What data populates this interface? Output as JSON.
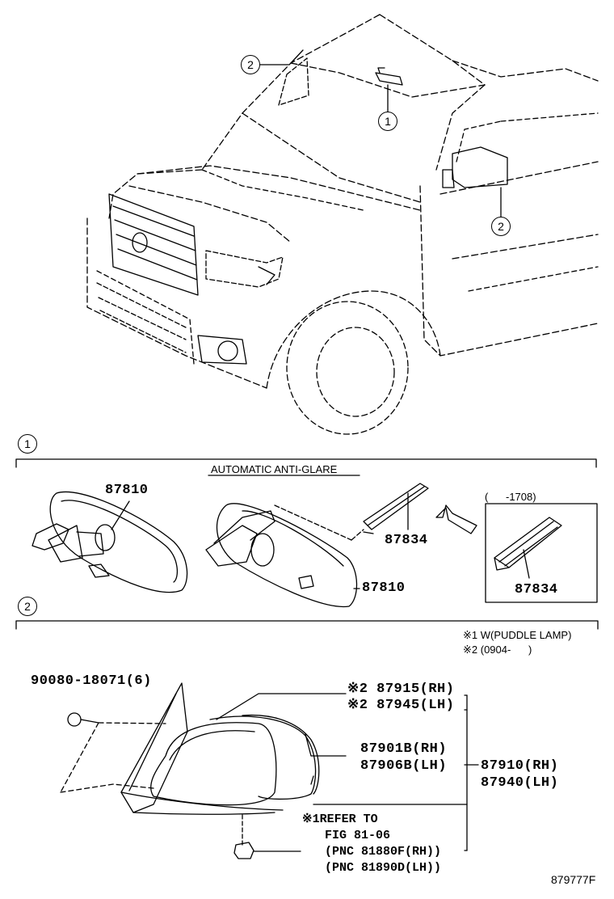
{
  "callouts": {
    "c1_truck": "1",
    "c2_truck_windshield": "2",
    "c2_truck_mirror": "2",
    "section1": "1",
    "section2": "2"
  },
  "section1": {
    "header": "AUTOMATIC ANTI-GLARE",
    "date_range": "(      -1708)",
    "part_87810_a": "87810",
    "part_87810_b": "87810",
    "part_87834_a": "87834",
    "part_87834_b": "87834"
  },
  "section2": {
    "note1": "※1 W(PUDDLE LAMP)",
    "note2": "※2 (0904-      )",
    "bolt": "90080-18071(6)",
    "p87915": "※2 87915(RH)",
    "p87945": "※2 87945(LH)",
    "p87901b": "87901B(RH)",
    "p87906b": "87906B(LH)",
    "p87910": "87910(RH)",
    "p87940": "87940(LH)",
    "refer_1": "※1REFER TO",
    "refer_2": "FIG 81-06",
    "refer_3": "(PNC 81880F(RH))",
    "refer_4": "(PNC 81890D(LH))"
  },
  "figure_id": "879777F"
}
